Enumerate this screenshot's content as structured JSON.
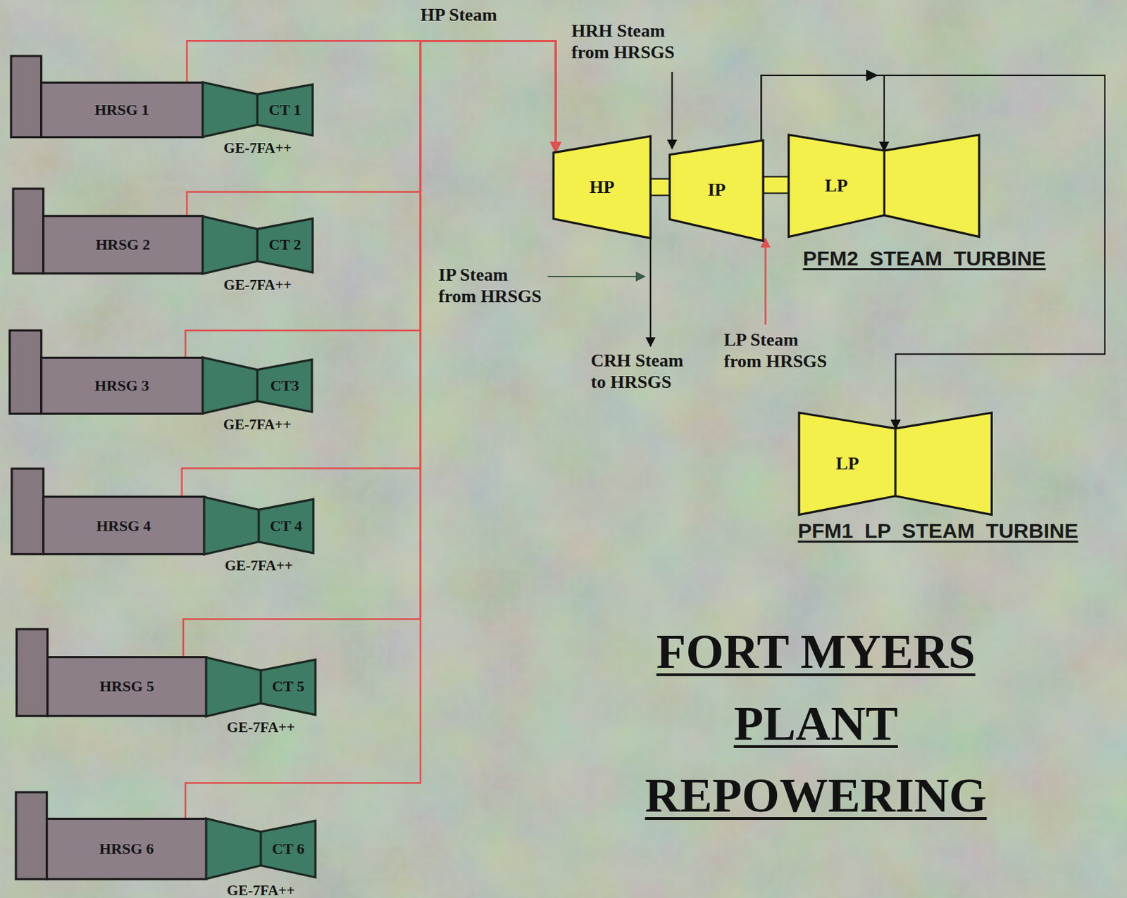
{
  "diagram": {
    "title": "FORT MYERS PLANT REPOWERING",
    "nodes": [
      {
        "text": [
          "HRSG 1"
        ]
      },
      {
        "text": [
          "CT 1",
          "GE-7FA++"
        ]
      },
      {
        "text": [
          "HRSG 2"
        ]
      },
      {
        "text": [
          "CT 2",
          "GE-7FA++"
        ]
      },
      {
        "text": [
          "HRSG 3"
        ]
      },
      {
        "text": [
          "CT3",
          "GE-7FA++"
        ]
      },
      {
        "text": [
          "HRSG 4"
        ]
      },
      {
        "text": [
          "CT 4",
          "GE-7FA++"
        ]
      },
      {
        "text": [
          "HRSG 5"
        ]
      },
      {
        "text": [
          "CT 5",
          "GE-7FA++"
        ]
      },
      {
        "text": [
          "HRSG 6"
        ]
      },
      {
        "text": [
          "CT 6",
          "GE-7FA++"
        ]
      },
      {
        "text": [
          "HP"
        ]
      },
      {
        "text": [
          "IP"
        ]
      },
      {
        "text": [
          "LP"
        ]
      },
      {
        "text": [
          "LP"
        ]
      }
    ],
    "edges": [
      {
        "from": 0,
        "to": 12,
        "arrow": "to"
      },
      {
        "from": 2,
        "to": 12,
        "arrow": "to"
      },
      {
        "from": 4,
        "to": 12,
        "arrow": "to"
      },
      {
        "from": 6,
        "to": 12,
        "arrow": "to"
      },
      {
        "from": 8,
        "to": 12,
        "arrow": "to"
      },
      {
        "from": 10,
        "to": 12,
        "arrow": "to"
      },
      {
        "from": 13,
        "to": 14,
        "arrow": "to"
      },
      {
        "from": 13,
        "to": 15,
        "arrow": "to"
      }
    ],
    "labels": [
      "HP Steam",
      "HRH Steam from HRSGS",
      "IP Steam from HRSGS",
      "CRH Steam to HRSGS",
      "LP Steam from HRSGS",
      "PFM2 STEAM TURBINE",
      "PFM1 LP STEAM TURBINE"
    ]
  }
}
